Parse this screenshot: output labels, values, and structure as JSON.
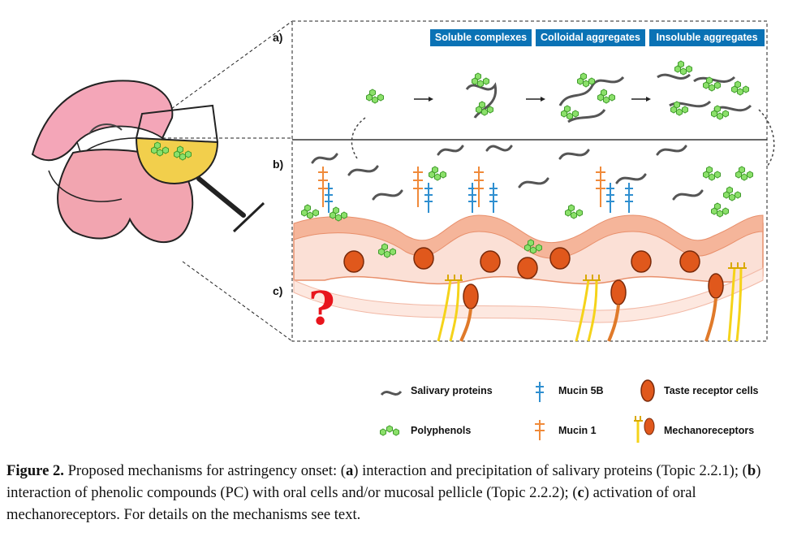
{
  "panels": {
    "a": "a)",
    "b": "b)",
    "c": "c)"
  },
  "stages": [
    "Soluble complexes",
    "Colloidal aggregates",
    "Insoluble aggregates"
  ],
  "question_mark": "?",
  "legend": {
    "salivary_proteins": "Salivary proteins",
    "mucin_5b": "Mucin 5B",
    "taste_receptor_cells": "Taste receptor cells",
    "polyphenols": "Polyphenols",
    "mucin_1": "Mucin 1",
    "mechanoreceptors": "Mechanoreceptors"
  },
  "caption": {
    "figure_label": "Figure 2.",
    "part1": " Proposed mechanisms for astringency onset: (",
    "a": "a",
    "part2": ") interaction and precipitation of salivary proteins (Topic 2.2.1); (",
    "b": "b",
    "part3": ") interaction of phenolic compounds (PC) with oral cells and/or mucosal pellicle (Topic 2.2.2); (",
    "c": "c",
    "part4": ") activation of oral mechanoreceptors. For details on the mechanisms see text."
  },
  "colors": {
    "stage_bg": "#0a72b5",
    "polyphenol": "#7ed957",
    "tissue": "#f5b59a",
    "cell_border": "#e88f6b",
    "mucin5b": "#2f8fd0",
    "mucin1": "#f08a3a",
    "taste_cell": "#e0581c",
    "mechanoreceptor": "#f5d31a",
    "wine": "#f2cf4c",
    "lips": "#f4a6b8",
    "question": "#e8141c"
  }
}
